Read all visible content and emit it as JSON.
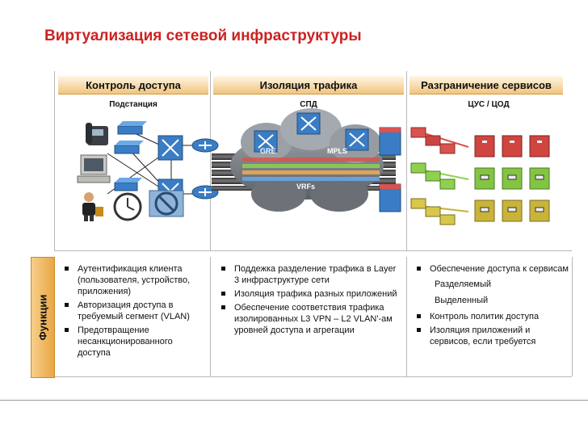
{
  "title": "Виртуализация сетевой инфраструктуры",
  "columns": [
    {
      "header": "Контроль доступа",
      "sub": "Подстанция",
      "bullets": [
        {
          "text": "Аутентификация клиента (пользователя, устройство, приложения)",
          "bullet": true
        },
        {
          "text": "Авторизация доступа в требуемый сегмент (VLAN)",
          "bullet": true
        },
        {
          "text": "Предотвращение несанкционированного доступа",
          "bullet": true
        }
      ]
    },
    {
      "header": "Изоляция трафика",
      "sub": "СПД",
      "bullets": [
        {
          "text": "Поддежка разделение трафика в Layer 3 инфраструктуре сети",
          "bullet": true
        },
        {
          "text": "Изоляция трафика разных приложений",
          "bullet": true
        },
        {
          "text": "Обеспечение соответствия трафика изолированных L3 VPN – L2 VLAN'-ам уровней доступа и агрегации",
          "bullet": true
        }
      ]
    },
    {
      "header": "Разграничение сервисов",
      "sub": "ЦУС / ЦОД",
      "bullets": [
        {
          "text": "Обеспечение доступа к сервисам",
          "bullet": true
        },
        {
          "text": "Разделяемый",
          "bullet": false
        },
        {
          "text": "Выделенный",
          "bullet": false
        },
        {
          "text": "Контроль политик доступа",
          "bullet": true
        },
        {
          "text": "Изоляция приложений и сервисов, если требуется",
          "bullet": true
        }
      ]
    }
  ],
  "side_label": "Функции",
  "cloud_labels": {
    "gre": "GRE",
    "mpls": "MPLS",
    "vrfs": "VRFs"
  },
  "colors": {
    "title": "#cc2222",
    "accent": "#e8a644",
    "cloud": "#7a7f86",
    "pipe_green": "#8fd14f",
    "pipe_red": "#d9534f"
  }
}
